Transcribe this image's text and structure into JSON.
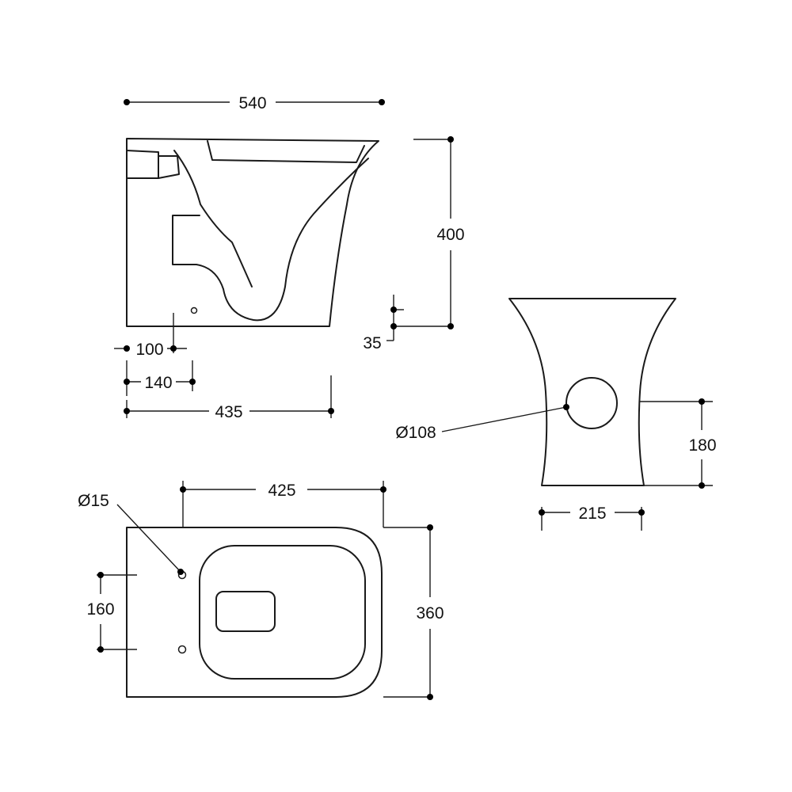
{
  "dimensions": {
    "side_width": "540",
    "side_height": "400",
    "floor_offset": "35",
    "outlet_from_back_min": "100",
    "outlet_from_back_max": "140",
    "base_depth": "435",
    "rear_outlet_diameter": "Ø108",
    "rear_outlet_height": "180",
    "rear_base_width": "215",
    "plan_depth": "425",
    "plan_width": "360",
    "fixing_hole_diameter": "Ø15",
    "fixing_hole_spacing": "160"
  },
  "colors": {
    "line": "#1a1a1a",
    "background": "#ffffff"
  }
}
